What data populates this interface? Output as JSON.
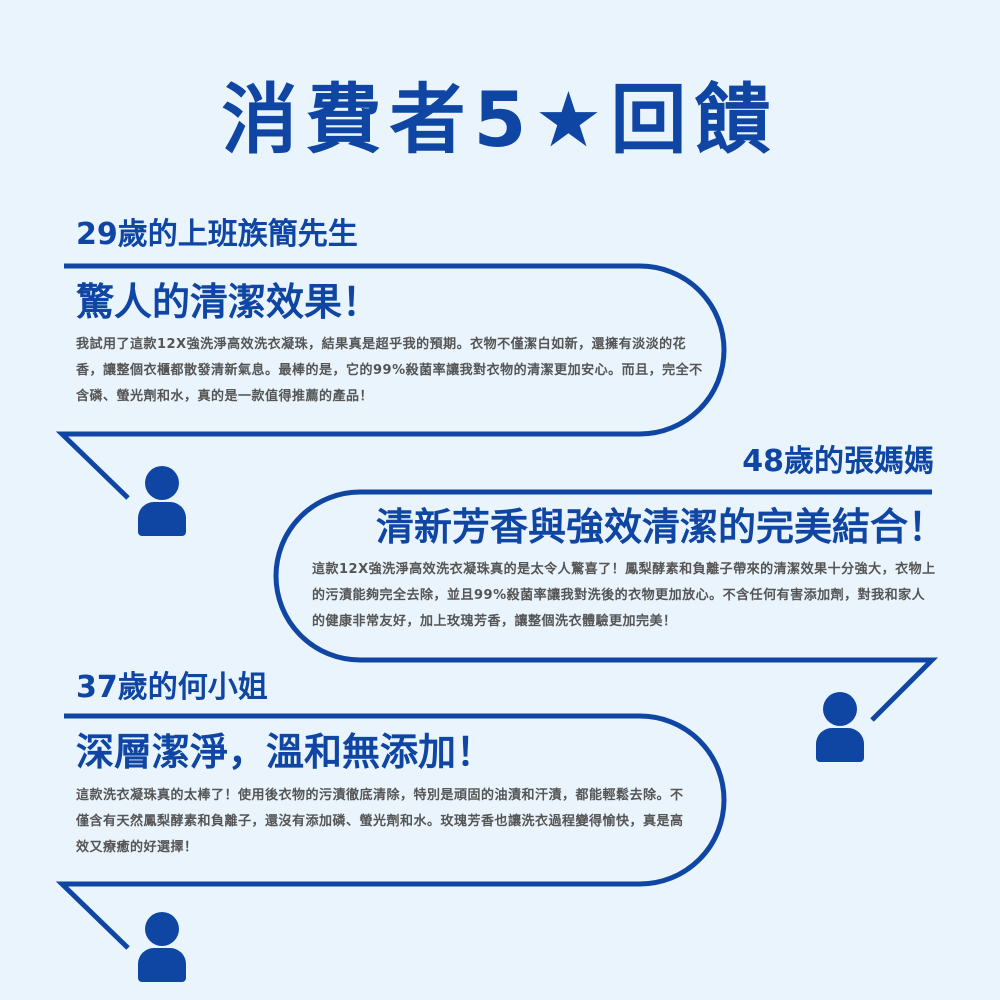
{
  "title": "消費者5★回饋",
  "reviews": [
    {
      "name": "29歲的上班族簡先生",
      "headline": "驚人的清潔效果！",
      "body": "我試用了這款12X強洗淨高效洗衣凝珠，結果真是超乎我的預期。衣物不僅潔白如新，還擁有淡淡的花香，讓整個衣櫃都散發清新氣息。最棒的是，它的99%殺菌率讓我對衣物的清潔更加安心。而且，完全不含磷、螢光劑和水，真的是一款值得推薦的產品！"
    },
    {
      "name": "48歲的張媽媽",
      "headline": "清新芳香與強效清潔的完美結合！",
      "body": "這款12X強洗淨高效洗衣凝珠真的是太令人驚喜了！鳳梨酵素和負離子帶來的清潔效果十分強大，衣物上的污漬能夠完全去除，並且99%殺菌率讓我對洗後的衣物更加放心。不含任何有害添加劑，對我和家人的健康非常友好，加上玫瑰芳香，讓整個洗衣體驗更加完美！"
    },
    {
      "name": "37歲的何小姐",
      "headline": "深層潔淨，溫和無添加！",
      "body": "這款洗衣凝珠真的太棒了！使用後衣物的污漬徹底清除，特別是頑固的油漬和汗漬，都能輕鬆去除。不僅含有天然鳳梨酵素和負離子，還沒有添加磷、螢光劑和水。玫瑰芳香也讓洗衣過程變得愉快，真是高效又療癒的好選擇！"
    }
  ],
  "colors": {
    "accent": "#0f45a3",
    "background": "#eaf4fc",
    "body_text": "#555555"
  },
  "icons": [
    "person-icon",
    "person-icon",
    "person-icon"
  ]
}
